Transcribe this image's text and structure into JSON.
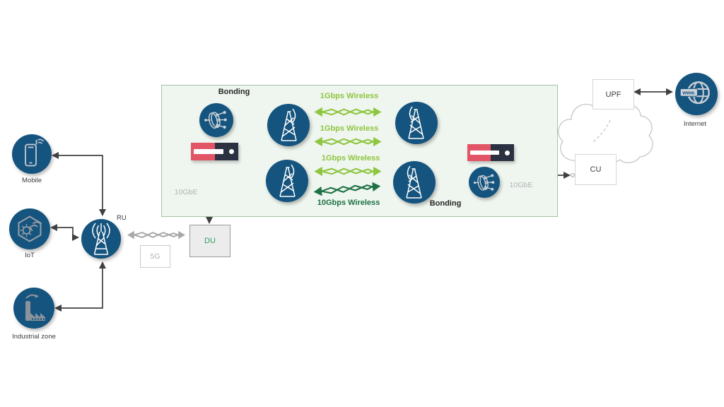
{
  "colors": {
    "node_blue": "#14547e",
    "switch_pink": "#e25566",
    "switch_navy": "#2b3140",
    "light_green": "#8ec640",
    "dark_green": "#1e7145",
    "box_fill": "#eff5ef",
    "box_border": "#a3c2a8",
    "gray_label": "#b3b3b6",
    "arrow_gray": "#404040"
  },
  "access": {
    "nodes": [
      {
        "id": "mobile",
        "label": "Mobile"
      },
      {
        "id": "iot",
        "label": "IoT"
      },
      {
        "id": "industrial",
        "label": "Industrial zone"
      }
    ],
    "ru_label": "RU",
    "link_5g_label": "5G",
    "du_label": "DU"
  },
  "fronthaul_box": {
    "bonding_left_label": "Bonding",
    "bonding_right_label": "Bonding",
    "wireless_links": [
      {
        "label": "1Gbps Wireless",
        "type": "light"
      },
      {
        "label": "1Gbps Wireless",
        "type": "light"
      },
      {
        "label": "1Gbps Wireless",
        "type": "light"
      },
      {
        "label": "10Gbps Wireless",
        "type": "dark"
      }
    ],
    "left_port_label": "10GbE",
    "right_port_label": "10GbE"
  },
  "core": {
    "cu_label": "CU",
    "upf_label": "UPF",
    "internet_label": "Internet",
    "www_badge": "www."
  }
}
